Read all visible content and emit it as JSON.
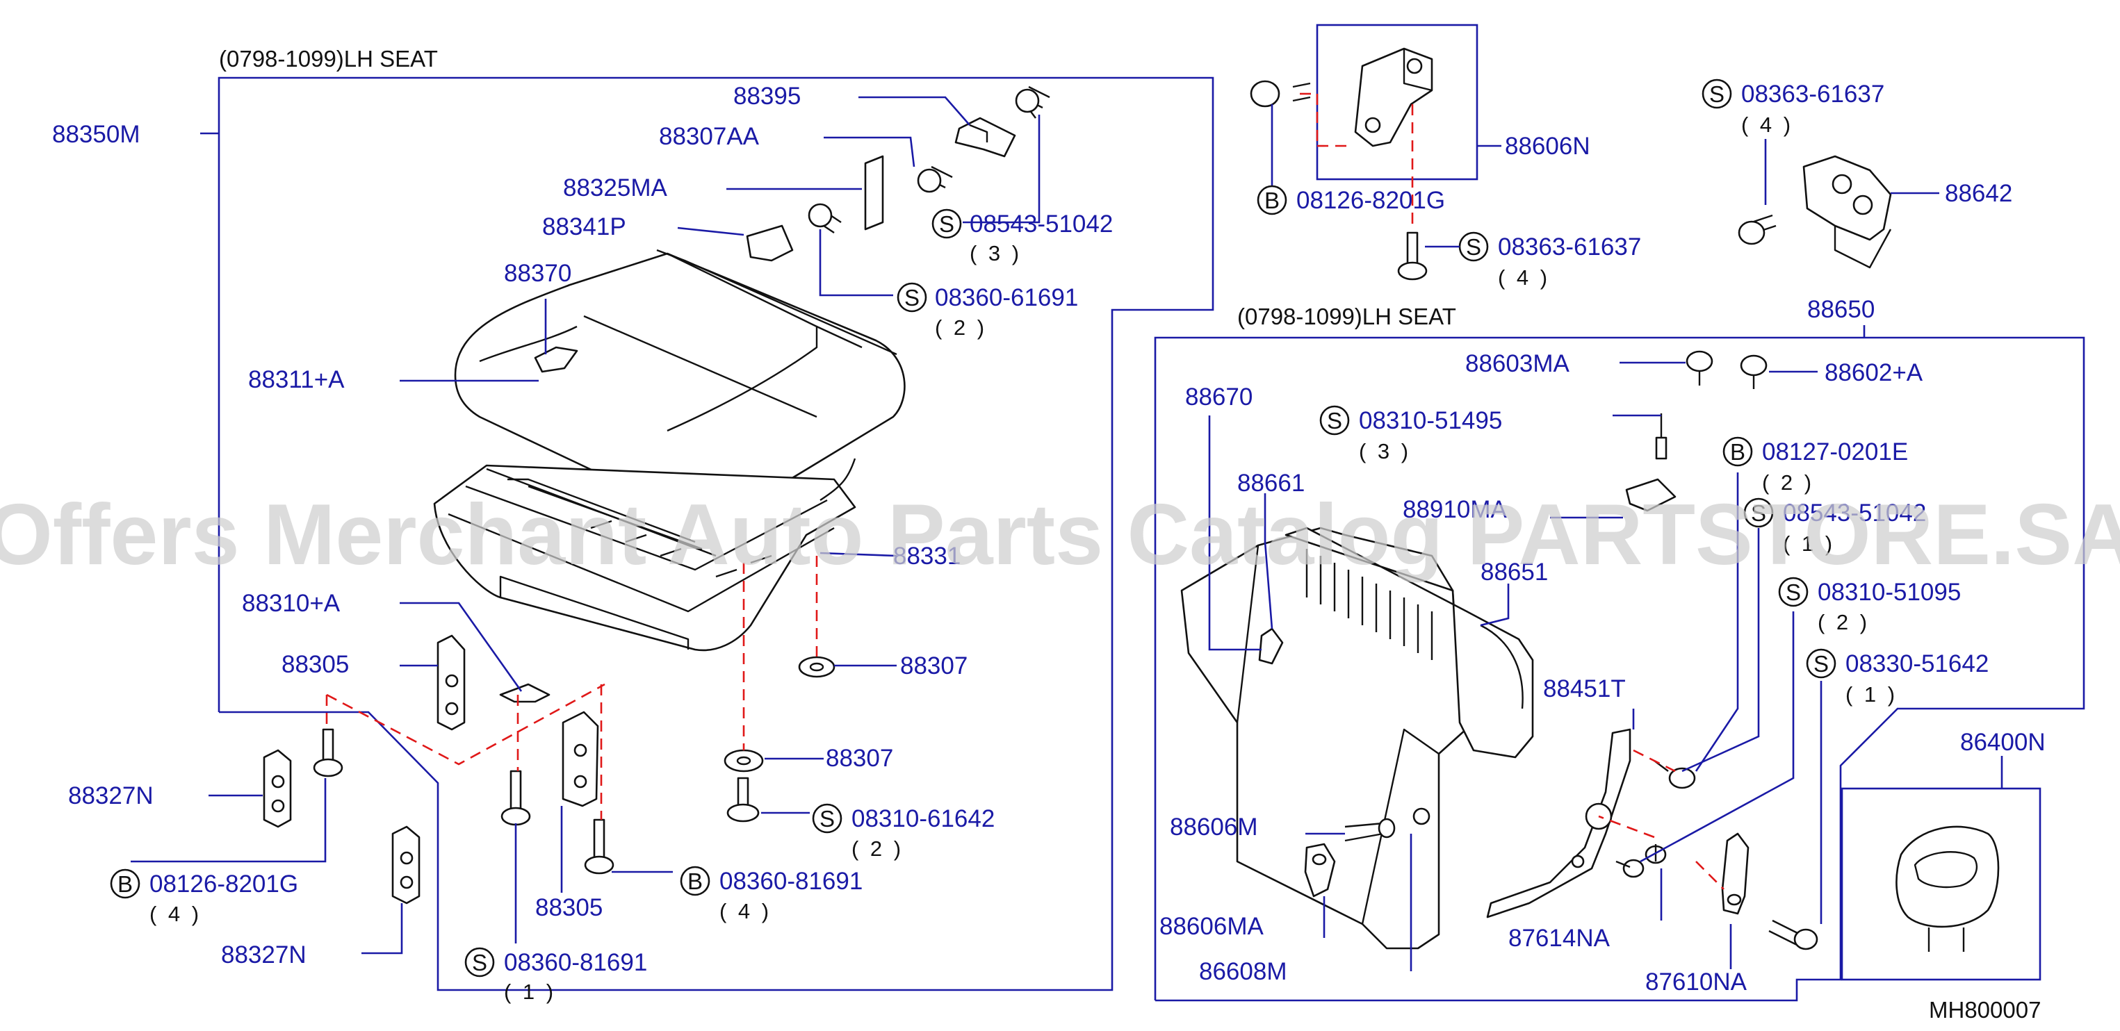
{
  "headers": {
    "left_seat": "(0798-1099)LH   SEAT",
    "right_seat": "(0798-1099)LH   SEAT"
  },
  "watermark": "Offers Merchant Auto Parts Catalog PARTSTORE.SA",
  "diagram_code": "MH800007",
  "colors": {
    "label": "#1a1aa6",
    "drawing": "#111111",
    "dashed_guide": "#e01818",
    "watermark": "#cfcfcf"
  },
  "parts": {
    "p88350M": "88350M",
    "p88395": "88395",
    "p88307AA": "88307AA",
    "p88325MA": "88325MA",
    "p88341P": "88341P",
    "p88370": "88370",
    "p88311A": "88311+A",
    "p88331": "88331",
    "p88310A": "88310+A",
    "p88305a": "88305",
    "p88305b": "88305",
    "p88307a": "88307",
    "p88307b": "88307",
    "p88327Na": "88327N",
    "p88327Nb": "88327N",
    "p88606N": "88606N",
    "p88642": "88642",
    "p88650": "88650",
    "p88603MA": "88603MA",
    "p88602A": "88602+A",
    "p88670": "88670",
    "p88661": "88661",
    "p88910MA": "88910MA",
    "p88651": "88651",
    "p88451T": "88451T",
    "p86400N": "86400N",
    "p88606M": "88606M",
    "p88606MA": "88606MA",
    "p86608M": "86608M",
    "p87614NA": "87614NA",
    "p87610NA": "87610NA"
  },
  "fasteners": {
    "f_08543_a": {
      "badge": "S",
      "number": "08543-51042",
      "qty": "( 3 )"
    },
    "f_08360_61691": {
      "badge": "S",
      "number": "08360-61691",
      "qty": "( 2 )"
    },
    "f_08310_61642": {
      "badge": "S",
      "number": "08310-61642",
      "qty": "( 2 )"
    },
    "f_08360_81691_b": {
      "badge": "B",
      "number": "08360-81691",
      "qty": "( 4 )"
    },
    "f_08126_left": {
      "badge": "B",
      "number": "08126-8201G",
      "qty": "( 4 )"
    },
    "f_08360_81691_s": {
      "badge": "S",
      "number": "08360-81691",
      "qty": "( 1 )"
    },
    "f_08126_right": {
      "badge": "B",
      "number": "08126-8201G",
      "qty": ""
    },
    "f_08363_a": {
      "badge": "S",
      "number": "08363-61637",
      "qty": "( 4 )"
    },
    "f_08363_b": {
      "badge": "S",
      "number": "08363-61637",
      "qty": "( 4 )"
    },
    "f_08310_51495": {
      "badge": "S",
      "number": "08310-51495",
      "qty": "( 3 )"
    },
    "f_08127": {
      "badge": "B",
      "number": "08127-0201E",
      "qty": "( 2 )"
    },
    "f_08543_b": {
      "badge": "S",
      "number": "08543-51042",
      "qty": "( 1 )"
    },
    "f_08310_51095": {
      "badge": "S",
      "number": "08310-51095",
      "qty": "( 2 )"
    },
    "f_08330": {
      "badge": "S",
      "number": "08330-51642",
      "qty": "( 1 )"
    }
  }
}
